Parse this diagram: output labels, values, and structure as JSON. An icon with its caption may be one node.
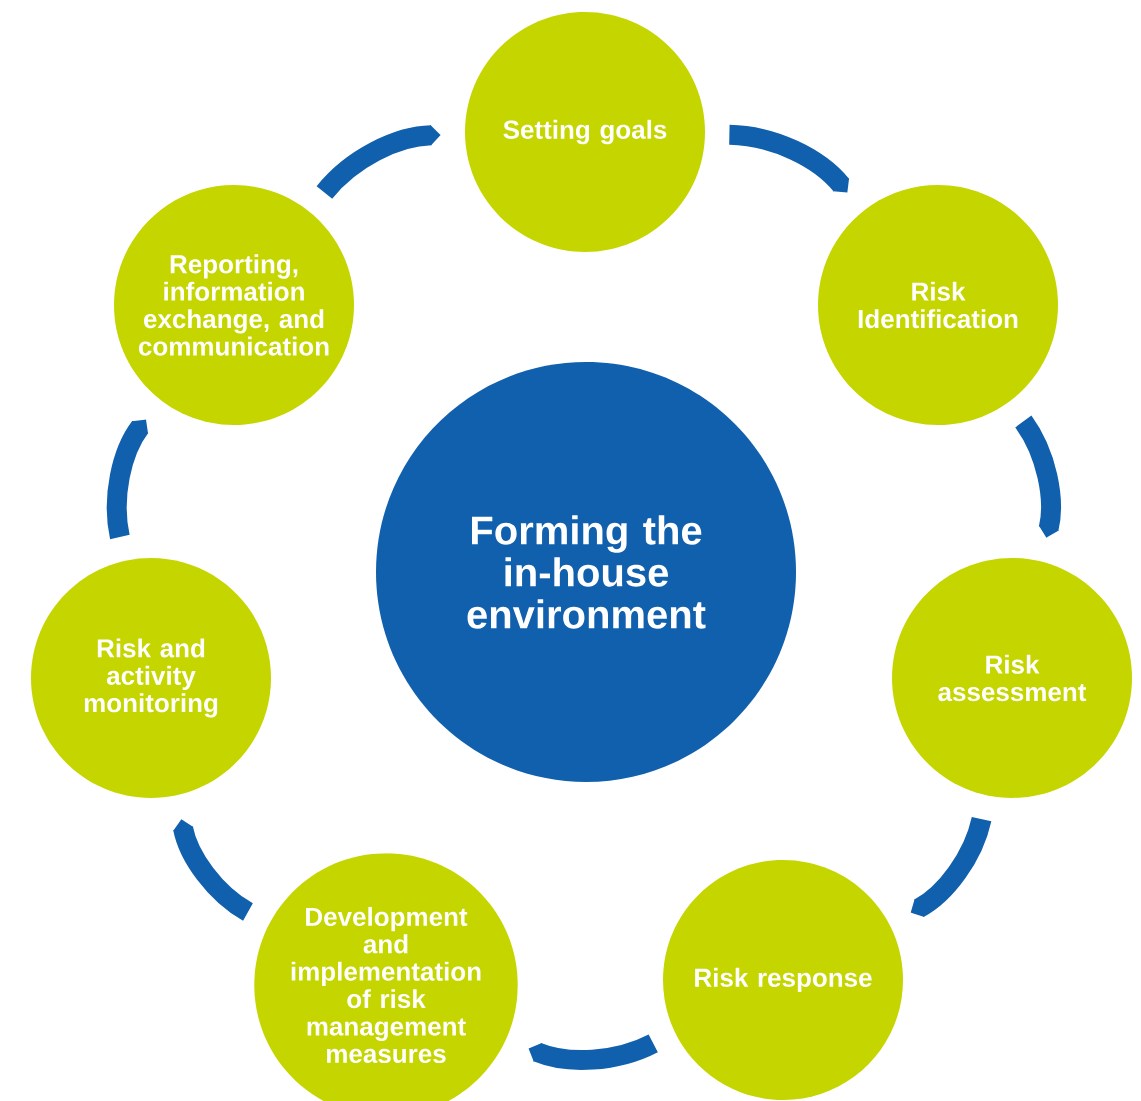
{
  "diagram": {
    "nodes": [
      {
        "text": [
          "Forming the in-house environment"
        ]
      },
      {
        "text": [
          "Setting goals"
        ]
      },
      {
        "text": [
          "Risk Identification"
        ]
      },
      {
        "text": [
          "Risk assessment"
        ]
      },
      {
        "text": [
          "Risk response"
        ]
      },
      {
        "text": [
          "Development and implementation of risk management measures"
        ]
      },
      {
        "text": [
          "Risk and activity monitoring"
        ]
      },
      {
        "text": [
          "Reporting, information exchange, and communication"
        ]
      }
    ],
    "edges": [
      {
        "from": 1,
        "to": 2,
        "arrow": "to"
      },
      {
        "from": 2,
        "to": 3,
        "arrow": "to"
      },
      {
        "from": 3,
        "to": 4,
        "arrow": "to"
      },
      {
        "from": 4,
        "to": 5,
        "arrow": "to"
      },
      {
        "from": 5,
        "to": 6,
        "arrow": "to"
      },
      {
        "from": 6,
        "to": 7,
        "arrow": "to"
      },
      {
        "from": 7,
        "to": 1,
        "arrow": "to"
      }
    ]
  }
}
